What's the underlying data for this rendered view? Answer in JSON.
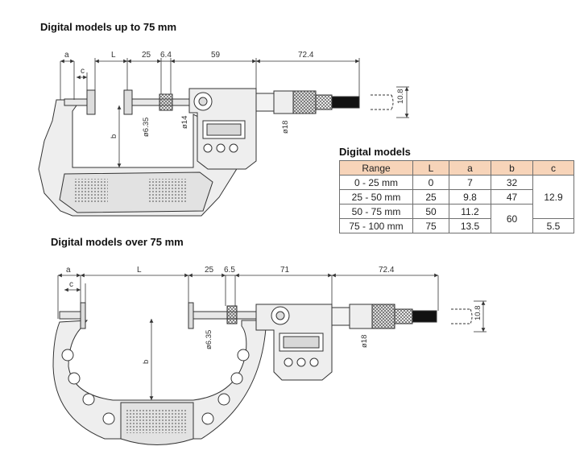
{
  "titles": {
    "top": "Digital models up to 75 mm",
    "bottom": "Digital models over 75 mm",
    "table": "Digital models"
  },
  "diagram_top": {
    "dims": {
      "a": "a",
      "c": "c",
      "L": "L",
      "d25": "25",
      "d64": "6.4",
      "d59": "59",
      "d724": "72.4",
      "d108": "10.8",
      "phi635": "ø6.35",
      "phi14": "ø14",
      "phi18": "ø18",
      "b": "b"
    }
  },
  "diagram_bottom": {
    "dims": {
      "a": "a",
      "c": "c",
      "L": "L",
      "d25": "25",
      "d65": "6.5",
      "d71": "71",
      "d724": "72.4",
      "d108": "10.8",
      "phi635": "ø6.35",
      "phi18": "ø18",
      "b": "b"
    }
  },
  "table": {
    "headers": [
      "Range",
      "L",
      "a",
      "b",
      "c"
    ],
    "rows": [
      {
        "range": "0 - 25 mm",
        "L": "0",
        "a": "7"
      },
      {
        "range": "25 - 50 mm",
        "L": "25",
        "a": "9.8"
      },
      {
        "range": "50 - 75 mm",
        "L": "50",
        "a": "11.2"
      },
      {
        "range": "75 - 100 mm",
        "L": "75",
        "a": "13.5"
      }
    ],
    "b_values": [
      "32",
      "47",
      "60"
    ],
    "c_values": [
      "12.9",
      "5.5"
    ]
  },
  "colors": {
    "header_fill": "#f7d4b9",
    "body_fill": "#eeeeee",
    "line": "#333333"
  }
}
